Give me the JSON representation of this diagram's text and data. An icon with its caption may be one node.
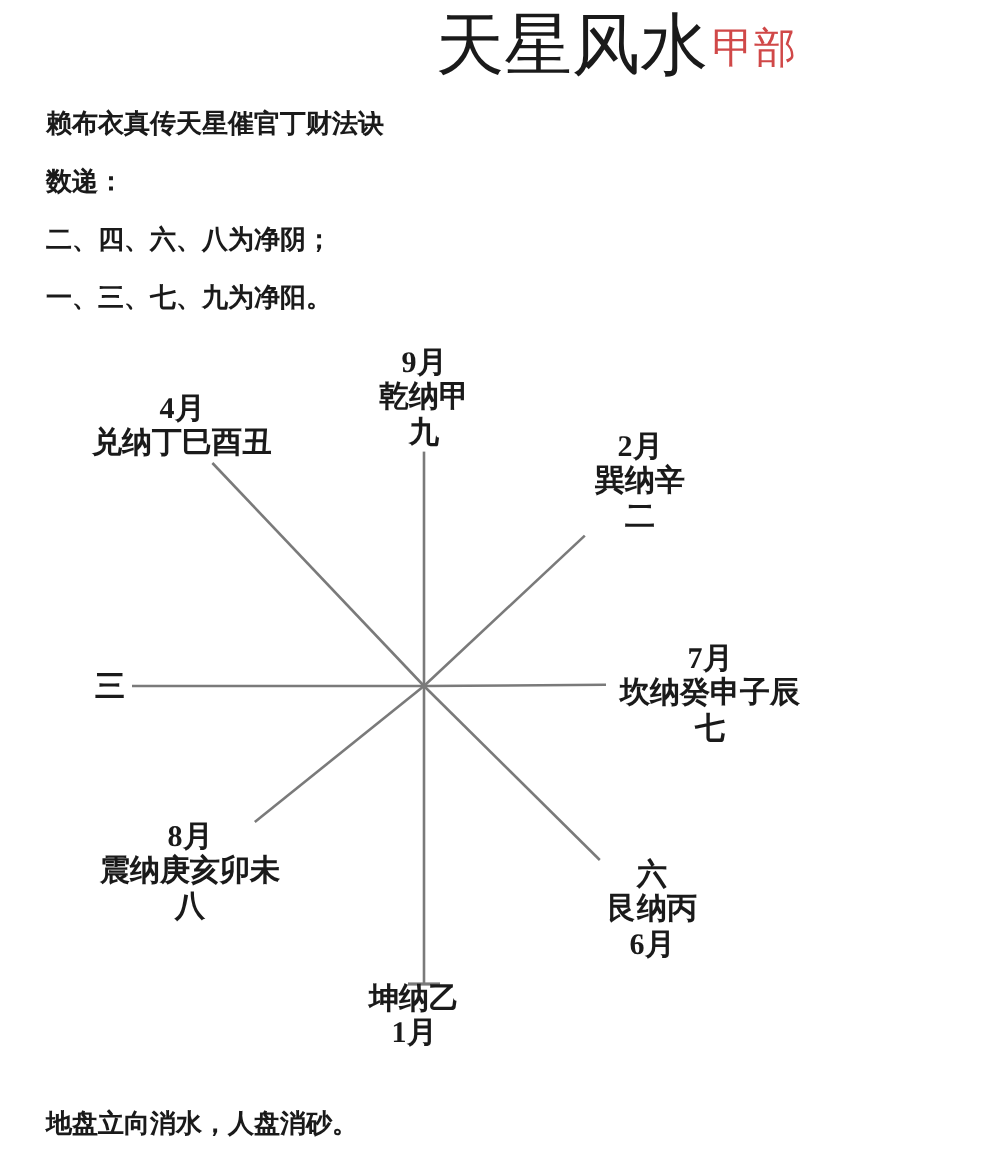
{
  "diagram": {
    "title": "天星风水",
    "nodes": [
      {
        "text": [
          "9月",
          "乾纳甲",
          "九"
        ]
      },
      {
        "text": [
          "4月",
          "兑纳丁巳酉丑"
        ]
      },
      {
        "text": [
          "2月",
          "巽纳辛",
          "二"
        ]
      },
      {
        "text": [
          "三"
        ]
      },
      {
        "text": [
          "7月",
          "坎纳癸申子辰",
          "七"
        ]
      },
      {
        "text": [
          "8月",
          "震纳庚亥卯未",
          "八"
        ]
      },
      {
        "text": [
          "六",
          "艮纳丙",
          "6月"
        ]
      },
      {
        "text": [
          "坤纳乙",
          "1月"
        ]
      }
    ],
    "edges": [
      {
        "from": null,
        "to": 0,
        "arrow": "none"
      },
      {
        "from": null,
        "to": 1,
        "arrow": "none"
      },
      {
        "from": null,
        "to": 2,
        "arrow": "none"
      },
      {
        "from": null,
        "to": 3,
        "arrow": "none"
      },
      {
        "from": null,
        "to": 4,
        "arrow": "none"
      },
      {
        "from": null,
        "to": 5,
        "arrow": "none"
      },
      {
        "from": null,
        "to": 6,
        "arrow": "none"
      },
      {
        "from": null,
        "to": 7,
        "arrow": "other"
      }
    ],
    "labels": [
      "甲部",
      "赖布衣真传天星催官丁财法诀",
      "数递：",
      "二、四、六、八为净阴；",
      "一、三、七、九为净阳。",
      "地盘立向消水，人盘消砂。"
    ]
  }
}
